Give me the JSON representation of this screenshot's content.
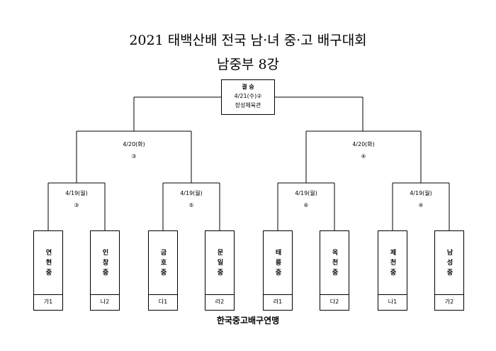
{
  "title": "2021 태백산배 전국 남·녀 중·고 배구대회",
  "subtitle": "남중부 8강",
  "final": {
    "heading": "결 승",
    "date": "4/21(수)②",
    "venue": "장성체육관"
  },
  "semifinals": [
    {
      "date": "4/20(화)",
      "court": "③"
    },
    {
      "date": "4/20(화)",
      "court": "④"
    }
  ],
  "quarterfinals": [
    {
      "date": "4/19(월)",
      "court": "③"
    },
    {
      "date": "4/19(월)",
      "court": "⑤"
    },
    {
      "date": "4/19(월)",
      "court": "⑥"
    },
    {
      "date": "4/19(월)",
      "court": "④"
    }
  ],
  "teams": [
    {
      "name": "연현중",
      "seed": "가1"
    },
    {
      "name": "인창중",
      "seed": "나2"
    },
    {
      "name": "금호중",
      "seed": "다1"
    },
    {
      "name": "문일중",
      "seed": "라2"
    },
    {
      "name": "태릉중",
      "seed": "라1"
    },
    {
      "name": "옥천중",
      "seed": "다2"
    },
    {
      "name": "제천중",
      "seed": "나1"
    },
    {
      "name": "남성중",
      "seed": "가2"
    }
  ],
  "footer": "한국중고배구연맹"
}
